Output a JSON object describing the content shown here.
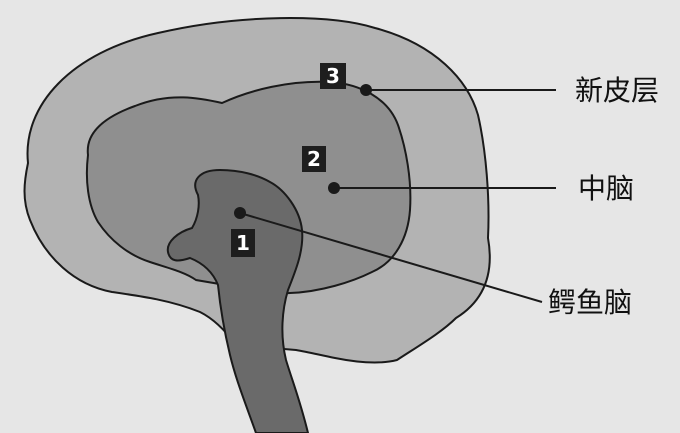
{
  "colors": {
    "background": "#e6e6e6",
    "neocortex": "#b3b3b3",
    "midbrain": "#8f8f8f",
    "reptilian": "#6a6a6a",
    "outline": "#1a1a1a",
    "badge": "#1e1e1e"
  },
  "regions": [
    {
      "id": "neocortex",
      "number": "3",
      "label": "新皮层"
    },
    {
      "id": "midbrain",
      "number": "2",
      "label": "中脑"
    },
    {
      "id": "reptilian",
      "number": "1",
      "label": "鳄鱼脑"
    }
  ]
}
